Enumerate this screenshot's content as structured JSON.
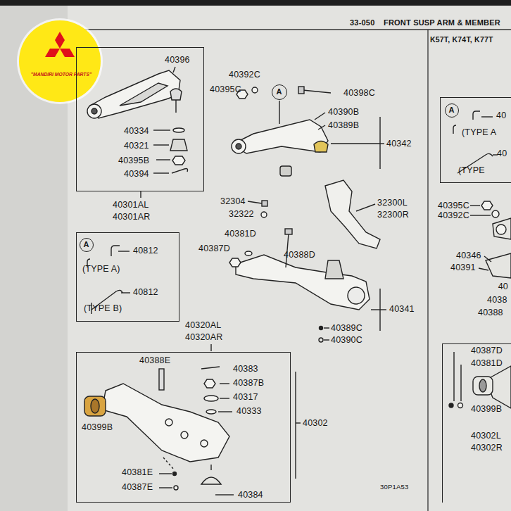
{
  "diagram": {
    "title": "FRONT SUSP ARM & MEMBER",
    "nodes": [
      {
        "text": [
          "\"MANDIRI MOTOR PARTS\""
        ]
      },
      {
        "text": [
          "40396",
          "40334",
          "40321",
          "40395B",
          "40394"
        ]
      },
      {
        "text": [
          "40812",
          "(TYPE A)",
          "40812",
          "(TYPE B)"
        ]
      },
      {
        "text": [
          "A"
        ],
        "in": 2
      },
      {
        "text": [
          "40388E",
          "40383",
          "40387B",
          "40317",
          "40333",
          "40399B",
          "40381E",
          "40387E",
          "40384"
        ]
      },
      {
        "text": [
          "A"
        ]
      },
      {
        "text": [
          "40",
          "(TYPE A",
          "40",
          "(TYPE"
        ]
      },
      {
        "text": [
          "A"
        ],
        "in": 6
      },
      {
        "text": [
          "40387D",
          "40381D",
          "40399B",
          "40302L",
          "40302R"
        ]
      }
    ],
    "labels": [
      "33-050",
      "K57T, K74T, K77T",
      "40301AL",
      "40301AR",
      "40320AL",
      "40320AR",
      "40392C",
      "40395C",
      "40398C",
      "40390B",
      "40389B",
      "40342",
      "32304",
      "32322",
      "32300L",
      "32300R",
      "40381D",
      "40387D",
      "40388D",
      "40341",
      "40389C",
      "40390C",
      "40302",
      "30P1A53",
      "40395C",
      "40392C",
      "40346",
      "40391",
      "40",
      "4038",
      "40388"
    ]
  }
}
